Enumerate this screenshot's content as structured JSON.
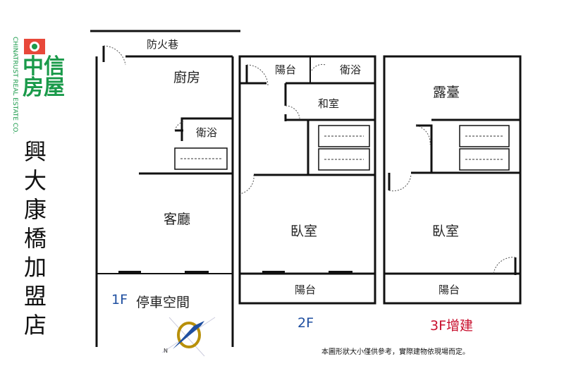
{
  "logo": {
    "name": "中信房屋",
    "english": "CHINATRUST REAL ESTATE CO."
  },
  "store_name": [
    "興",
    "大",
    "康",
    "橋",
    "加",
    "盟",
    "店"
  ],
  "floor1": {
    "lane": "防火巷",
    "kitchen": "廚房",
    "bath": "衛浴",
    "living": "客廳",
    "floor_label": "1F",
    "parking": "停車空間"
  },
  "floor2": {
    "balcony_top": "陽台",
    "bath": "衛浴",
    "japanese_room": "和室",
    "bedroom": "臥室",
    "balcony_bottom": "陽台",
    "floor_label": "2F"
  },
  "floor3": {
    "terrace": "露臺",
    "bedroom": "臥室",
    "balcony": "陽台",
    "floor_label": "3F增建"
  },
  "disclaimer": "本圖形狀大小僅供參考，實際建物依現場而定。",
  "colors": {
    "wall": "#111111",
    "logo_green": "#1a9a4a",
    "logo_red": "#e8483a",
    "label_blue": "#1f4fa0",
    "label_red": "#c8102e"
  }
}
